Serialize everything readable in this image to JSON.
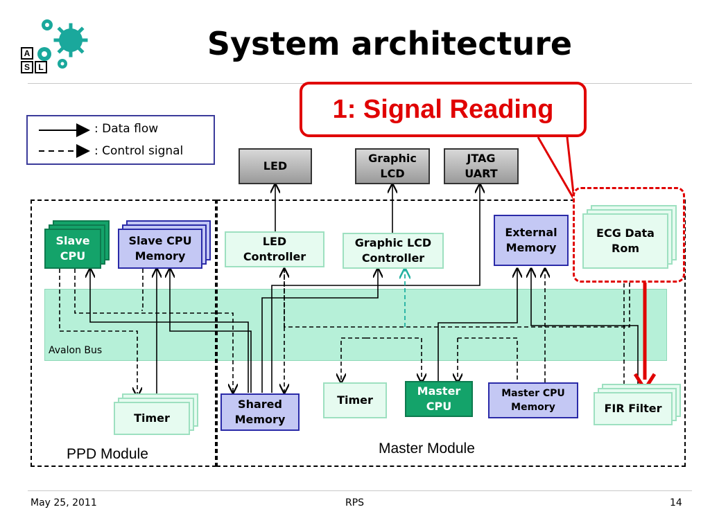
{
  "title": "System architecture",
  "callout": "1: Signal Reading",
  "legend": {
    "data_flow": ":  Data flow",
    "control_signal": ": Control signal"
  },
  "bus_label": "Avalon Bus",
  "modules": {
    "ppd": "PPD Module",
    "master": "Master Module"
  },
  "components": {
    "led": "LED",
    "graphic_lcd_1": "Graphic",
    "graphic_lcd_2": "LCD",
    "jtag_1": "JTAG",
    "jtag_2": "UART",
    "slave_cpu_1": "Slave",
    "slave_cpu_2": "CPU",
    "slave_mem_1": "Slave CPU",
    "slave_mem_2": "Memory",
    "led_ctrl_1": "LED",
    "led_ctrl_2": "Controller",
    "glcd_ctrl_1": "Graphic LCD",
    "glcd_ctrl_2": "Controller",
    "ext_mem_1": "External",
    "ext_mem_2": "Memory",
    "ecg_1": "ECG Data",
    "ecg_2": "Rom",
    "shared_1": "Shared",
    "shared_2": "Memory",
    "timer_master": "Timer",
    "master_cpu_1": "Master",
    "master_cpu_2": "CPU",
    "master_mem_1": "Master CPU",
    "master_mem_2": "Memory",
    "fir": "FIR Filter",
    "timer_ppd": "Timer"
  },
  "footer": {
    "date": "May 25, 2011",
    "center": "RPS",
    "page": "14"
  },
  "logo_text": [
    "A",
    "S",
    "L"
  ],
  "colors": {
    "callout_red": "#e00000",
    "bus_green": "#b6f0d8",
    "master_cpu_green": "#14a36a",
    "memory_purple": "#c4c8f4",
    "teal_connector": "#20b0a0"
  }
}
